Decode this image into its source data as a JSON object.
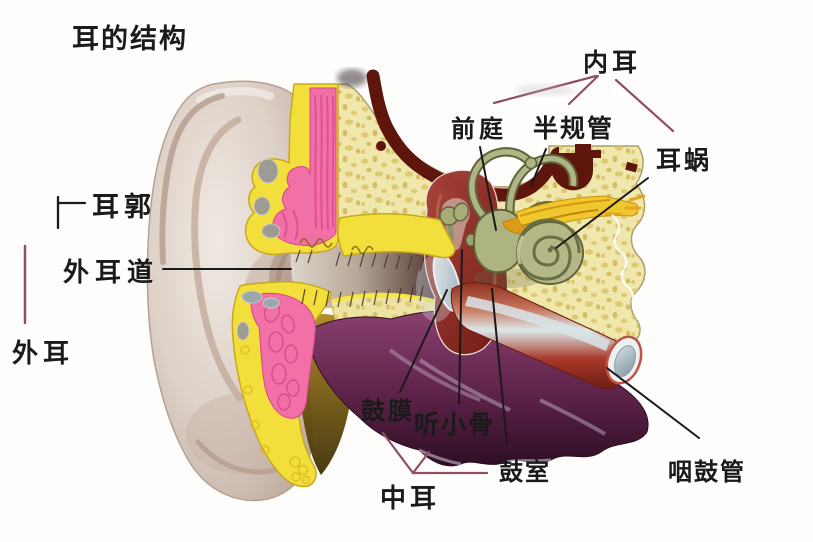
{
  "title": "耳的结构",
  "regions": {
    "outer_ear": {
      "label": "外耳",
      "color": "#c00000"
    },
    "middle_ear": {
      "label": "中耳",
      "color": "#2424cc"
    },
    "inner_ear": {
      "label": "内耳",
      "color": "#7434ac"
    }
  },
  "parts": {
    "auricle": "耳郭",
    "ear_canal": "外耳道",
    "eardrum": "鼓膜",
    "ossicles": "听小骨",
    "tympanic_cavity": "鼓室",
    "eustachian_tube": "咽鼓管",
    "vestibule": "前庭",
    "semicircular_canals": "半规管",
    "cochlea": "耳蜗"
  },
  "colors": {
    "label_text": "#1a1a1a",
    "pointer_line": "#1a1a1a",
    "connector_line": "#8f4f60",
    "background": "#ffffff"
  }
}
